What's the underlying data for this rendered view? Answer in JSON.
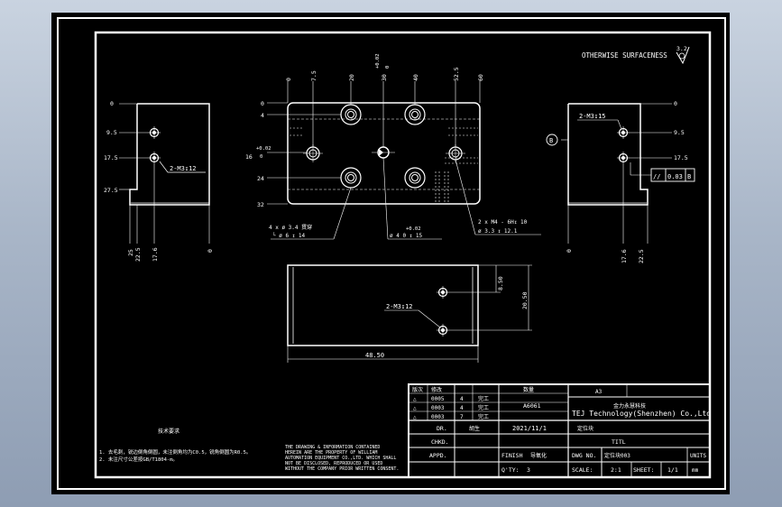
{
  "surface_note": "OTHERWISE SURFACENESS",
  "surface_value": "3.2",
  "left_view": {
    "callout": "2-M3↧12",
    "dims_v": [
      "0",
      "9.5",
      "17.5",
      "27.5"
    ],
    "dims_h": [
      "25",
      "22.5",
      "17.6",
      "0"
    ]
  },
  "front_view": {
    "top_dims": [
      "0",
      "7.5",
      "20",
      "30",
      "40",
      "52.5",
      "60"
    ],
    "top_tol": "+0.02\n0",
    "left_dims": [
      "0",
      "4",
      "16",
      "24",
      "32"
    ],
    "left_tol": "+0.02\n0",
    "callout1_l1": "4 x ø  3.4 贯穿",
    "callout1_l2": "└ ø  6 ↧ 14",
    "callout2_tol": "+0.02\n0",
    "callout2": "ø 4  0  ↧ 15",
    "callout3_l1": "2 x  M4 - 6H↧ 10",
    "callout3_l2": "ø  3.3 ↧ 12.1"
  },
  "right_view": {
    "callout": "2-M3↧15",
    "datum": "B",
    "dims_v": [
      "0",
      "9.5",
      "17.5"
    ],
    "dims_h": [
      "17.6",
      "22.5",
      "0"
    ],
    "fcf": [
      "//",
      "0.03",
      "B"
    ]
  },
  "bottom_view": {
    "callout": "2-M3↧12",
    "dim_w": "48.50",
    "dim_h1": "8.50",
    "dim_h2": "20.50"
  },
  "notes": {
    "title": "技术要求",
    "line1": "1. 去毛刺，锐边倒角倒圆，未注倒角均为C0.5，锐角倒圆为R0.5。",
    "line2": "2. 未注尺寸公差按GB/T1804-m。"
  },
  "confidential": [
    "THE DRAWING & INFORMATION CONTAINED",
    "HEREIN ARE THE PROPERTY OF WILLIAM",
    "AUTOMATION EQUIPMENT CO.,LTD. WHICH SHALL",
    "NOT BE DISCLOSED, REPRODUCED OR USED",
    "WITHOUT THE COMPANY PRIOR WRITTEN CONSENT."
  ],
  "title_block": {
    "rev_rows": [
      [
        "△",
        "0005",
        "4",
        "完工"
      ],
      [
        "△",
        "0003",
        "4",
        "完工"
      ],
      [
        "△",
        "0003",
        "7",
        "完工"
      ]
    ],
    "header_mark": "数量",
    "material": "A6061",
    "company_cn": "金力永慧科技",
    "company_en": "TEJ Technology(Shenzhen) Co.,Ltd",
    "dr_label": "DR.",
    "dr_value": "胡生",
    "date": "2021/11/1",
    "chkd": "CHKD.",
    "appd": "APPD.",
    "finish_label": "FINISH",
    "finish_value": "导氧化",
    "qty_label": "Q'TY:",
    "qty_value": "3",
    "title_label": "TITL",
    "title_value": "定位块",
    "dwg_label": "DWG NO.",
    "dwg_value": "定位块003",
    "units_label": "UNITS",
    "units_value": "mm",
    "scale_label": "SCALE:",
    "scale_value": "2:1",
    "sheet_label": "SHEET:",
    "sheet_value": "1/1",
    "size": "A3",
    "rev_head1": "版次",
    "rev_head2": "修改"
  }
}
